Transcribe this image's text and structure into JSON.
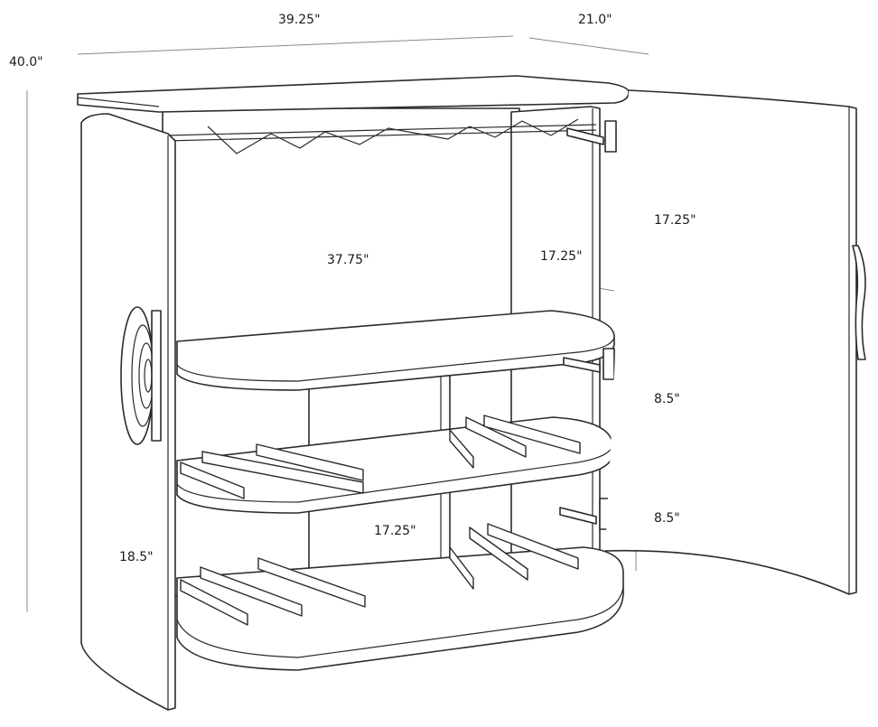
{
  "dimensions": {
    "width": "39.25\"",
    "depth": "21.0\"",
    "height": "40.0\"",
    "upper_section_height": "17.25\"",
    "upper_depth": "17.25\"",
    "inner_width": "37.75\"",
    "middle_section_height": "8.5\"",
    "lower_section_height": "8.5\"",
    "lower_cell_width": "18.5\"",
    "lower_depth": "17.25\""
  },
  "colors": {
    "line": "#2b2b2b",
    "dimension_line": "#8a8a8a",
    "background": "#ffffff"
  }
}
